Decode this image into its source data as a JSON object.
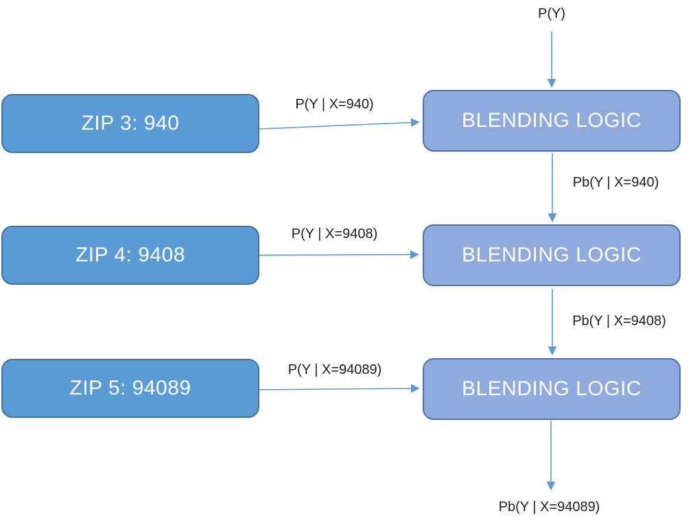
{
  "diagram": {
    "colors": {
      "zip_fill": "#5B9BD5",
      "zip_border": "#41719C",
      "blend_fill": "#8FAADC",
      "blend_border": "#4C6FB1",
      "arrow": "#5B9BD5",
      "box_text": "#FFFFFF",
      "label_text": "#1C1C1C"
    },
    "top_input_label": "P(Y)",
    "rows": [
      {
        "zip_label": "ZIP 3: 940",
        "blend_label": "BLENDING LOGIC",
        "arrow_label": "P(Y | X=940)",
        "down_label": "Pb(Y | X=940)"
      },
      {
        "zip_label": "ZIP 4: 9408",
        "blend_label": "BLENDING LOGIC",
        "arrow_label": "P(Y | X=9408)",
        "down_label": "Pb(Y | X=9408)"
      },
      {
        "zip_label": "ZIP 5: 94089",
        "blend_label": "BLENDING LOGIC",
        "arrow_label": "P(Y | X=94089)",
        "down_label": "Pb(Y | X=94089)"
      }
    ]
  }
}
